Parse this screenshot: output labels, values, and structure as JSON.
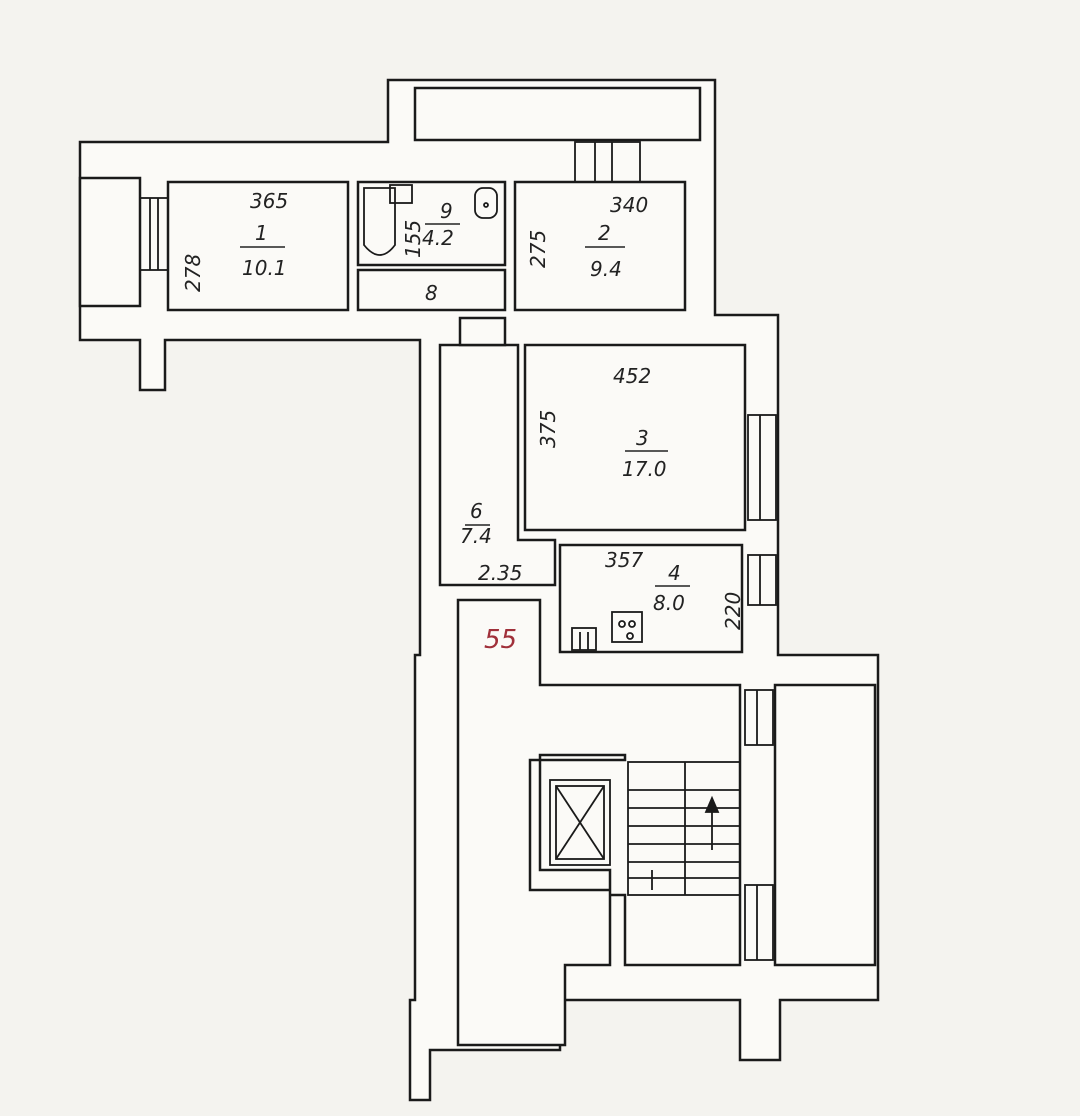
{
  "plan": {
    "rooms": [
      {
        "number": "1",
        "area": "10.1",
        "width": "365",
        "depth": "278"
      },
      {
        "number": "2",
        "area": "9.4",
        "width": "340",
        "depth": "275"
      },
      {
        "number": "3",
        "area": "17.0",
        "width": "452",
        "depth": "375"
      },
      {
        "number": "4",
        "area": "8.0",
        "width": "357",
        "depth": "220"
      },
      {
        "number": "6",
        "area": "7.4",
        "width": "2.35"
      },
      {
        "number": "9",
        "area": "4.2",
        "depth": "155"
      },
      {
        "number": "8"
      }
    ],
    "annotation": "55",
    "annotation_color": "#a0303a"
  }
}
